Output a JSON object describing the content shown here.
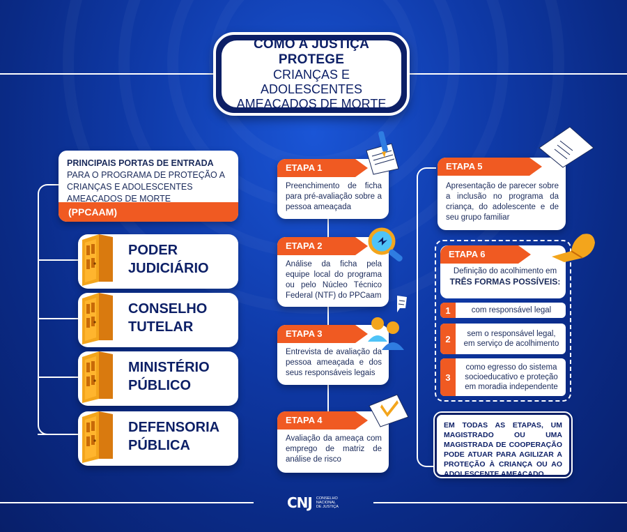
{
  "title": {
    "line1": "COMO A JUSTIÇA PROTEGE",
    "line2": "CRIANÇAS E ADOLESCENTES",
    "line3": "AMEAÇADOS DE MORTE"
  },
  "intro": {
    "bold": "PRINCIPAIS PORTAS DE ENTRADA",
    "text": " PARA O PROGRAMA DE PROTEÇÃO A CRIANÇAS E ADOLESCENTES AMEAÇADOS DE MORTE",
    "acronym": "(PPCAAM)"
  },
  "doors": [
    {
      "line1": "PODER",
      "line2": "JUDICIÁRIO"
    },
    {
      "line1": "CONSELHO",
      "line2": "TUTELAR"
    },
    {
      "line1": "MINISTÉRIO",
      "line2": "PÚBLICO"
    },
    {
      "line1": "DEFENSORIA",
      "line2": "PÚBLICA"
    }
  ],
  "steps": [
    {
      "label": "ETAPA 1",
      "text": "Preenchimento de ficha para pré-avaliação sobre a pessoa ameaçada"
    },
    {
      "label": "ETAPA 2",
      "text": "Análise da ficha pela equipe local do programa ou pelo Núcleo Técnico Federal (NTF) do PPCaam"
    },
    {
      "label": "ETAPA 3",
      "text": "Entrevista de avaliação da pessoa ameaçada e dos seus responsáveis legais"
    },
    {
      "label": "ETAPA 4",
      "text": "Avaliação da ameaça com emprego de matriz de análise de risco"
    },
    {
      "label": "ETAPA 5",
      "text": "Apresentação de parecer sobre a inclusão no programa da criança, do adolescente e de seu grupo familiar"
    }
  ],
  "step6": {
    "label": "ETAPA 6",
    "text": "Definição do acolhimento em",
    "bold": "TRÊS FORMAS POSSÍVEIS:",
    "options": [
      {
        "num": "1",
        "text": "com responsável legal"
      },
      {
        "num": "2",
        "text": "sem o responsável legal, em serviço de acolhimento"
      },
      {
        "num": "3",
        "text": "como egresso do sistema socioeducativo e proteção em moradia independente"
      }
    ]
  },
  "note": "EM TODAS AS ETAPAS, UM MAGISTRADO OU UMA MAGISTRADA DE COOPERAÇÃO PODE ATUAR PARA AGILIZAR A PROTEÇÃO À CRIANÇA OU AO ADOLESCENTE AMEAÇADO",
  "footer": {
    "logo_mark": "CNJ",
    "logo_line1": "CONSELHO",
    "logo_line2": "NACIONAL",
    "logo_line3": "DE JUSTIÇA"
  },
  "colors": {
    "accent": "#f05a22",
    "navy": "#0c1f66",
    "background": "#0f3aa8"
  }
}
